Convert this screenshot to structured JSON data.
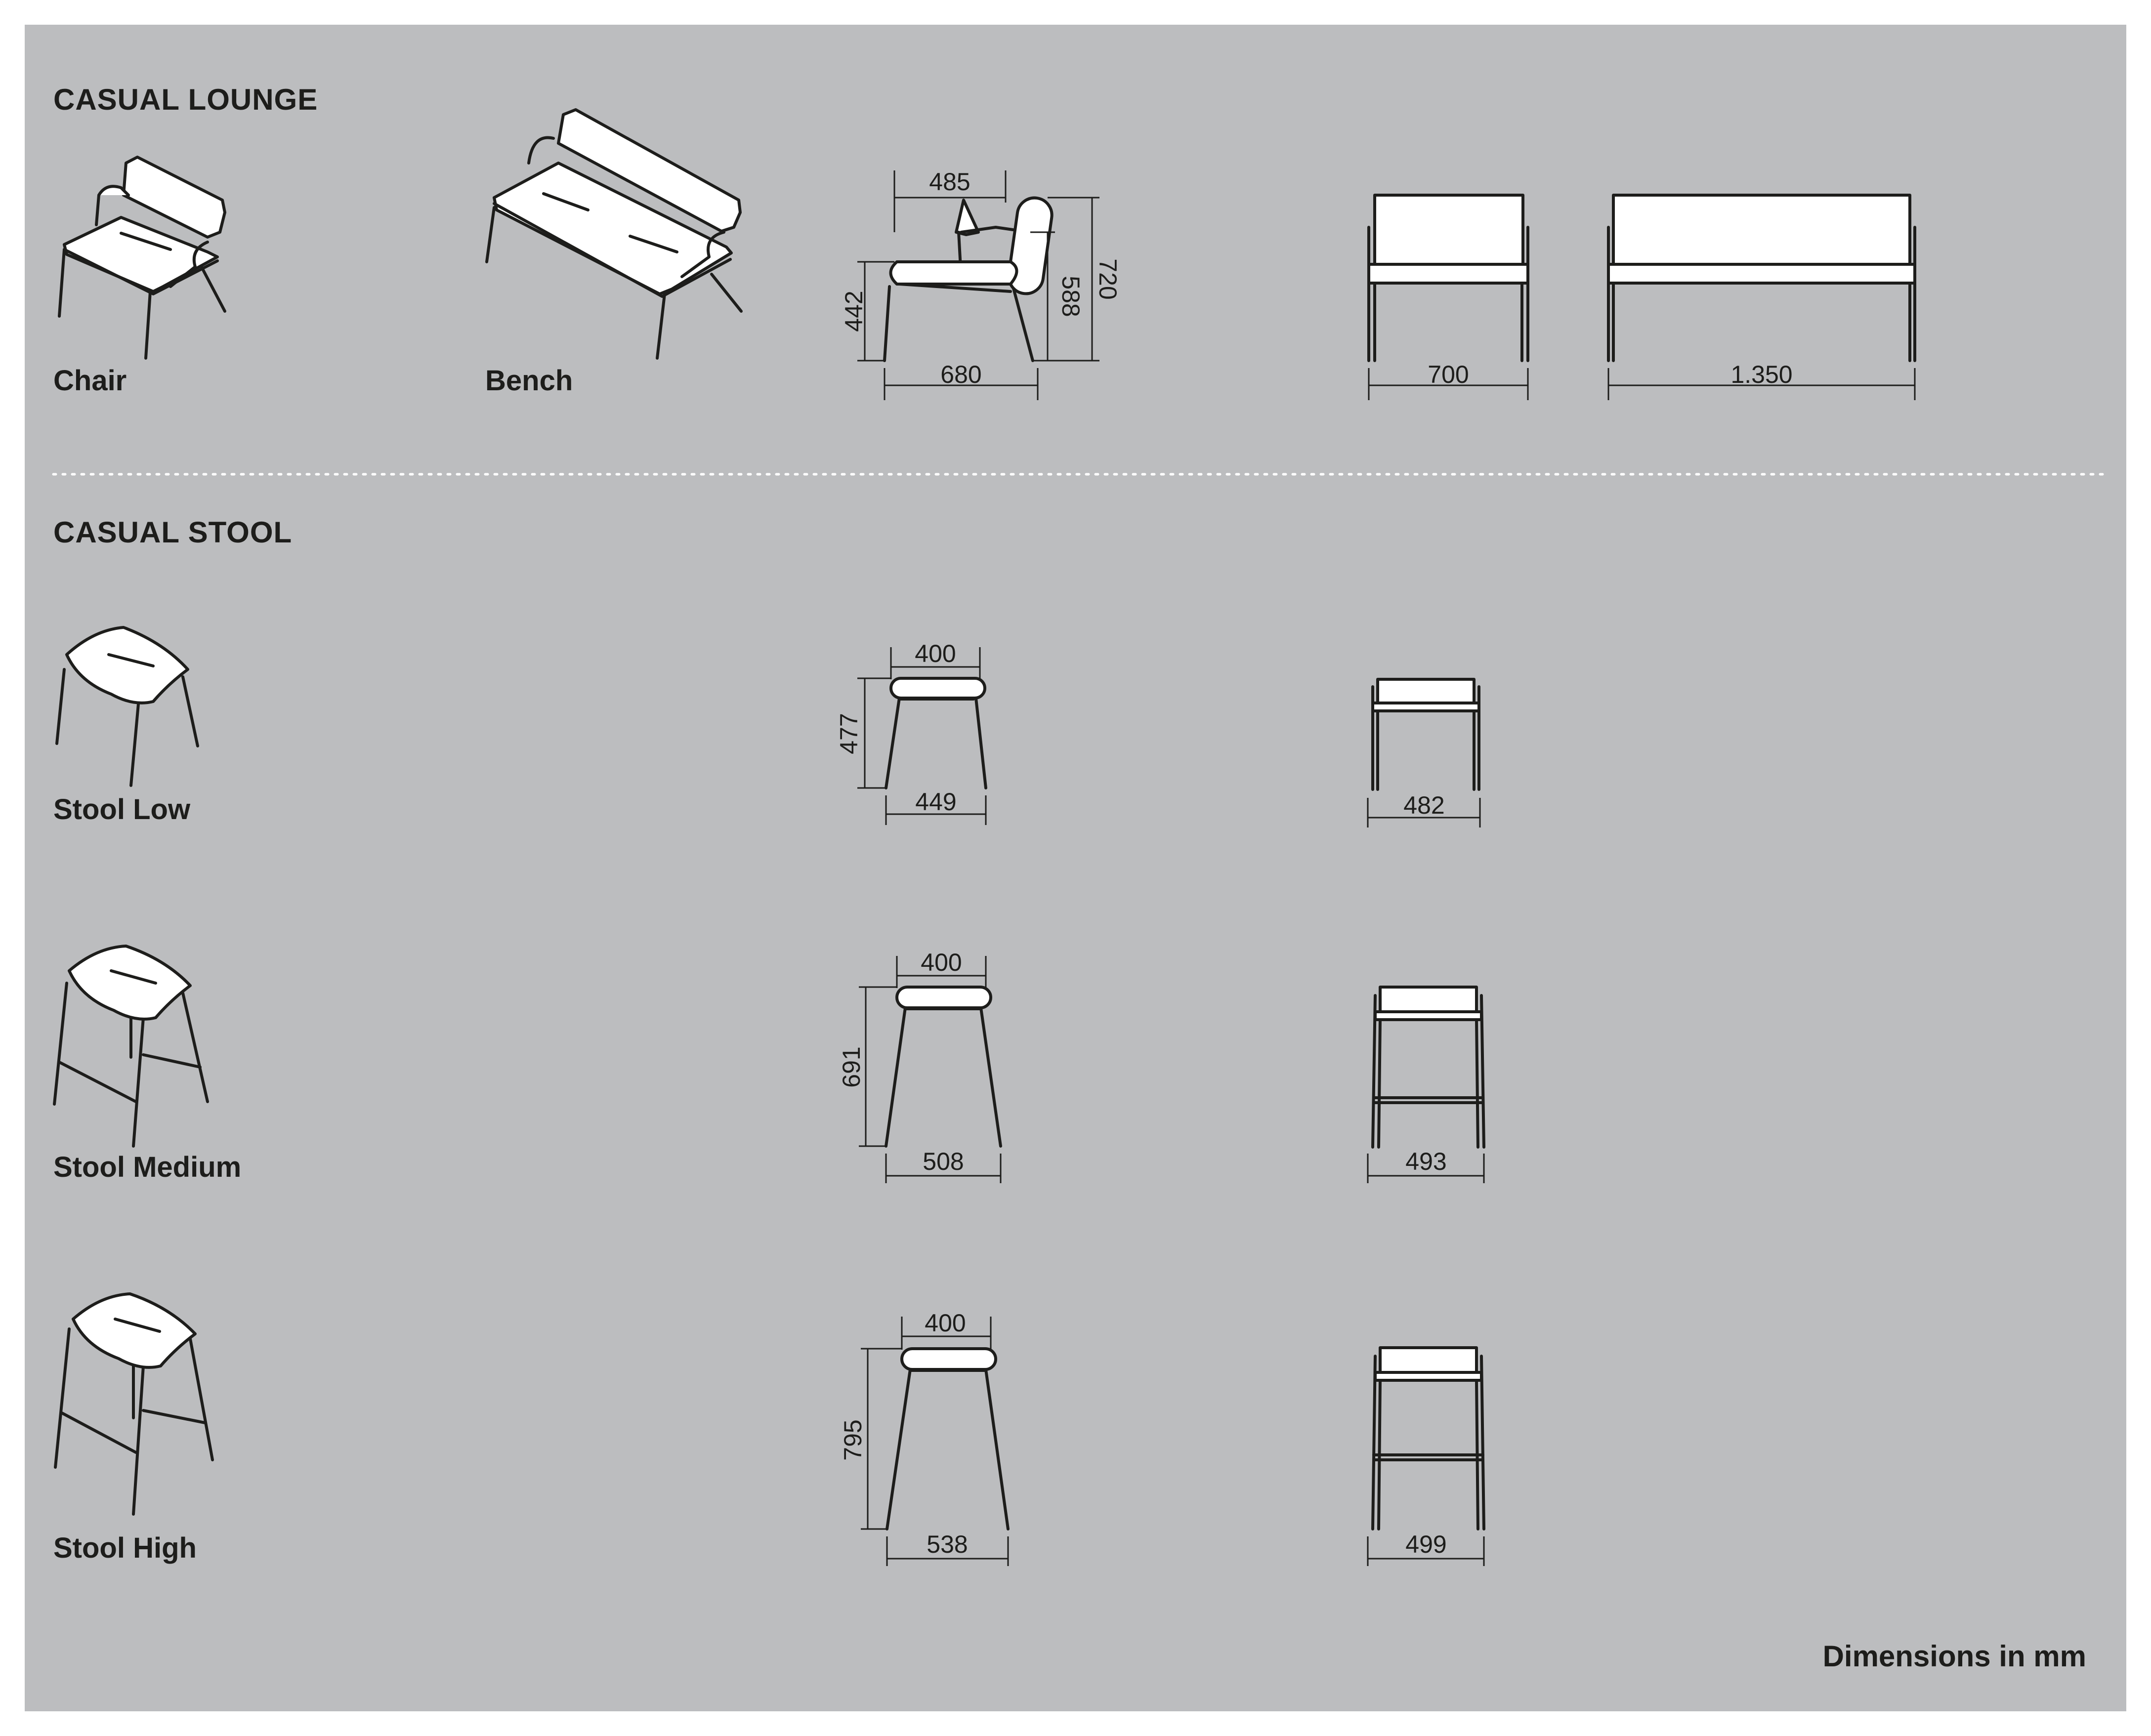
{
  "sections": [
    {
      "heading": "CASUAL LOUNGE"
    },
    {
      "heading": "CASUAL STOOL"
    }
  ],
  "products": {
    "chair": "Chair",
    "bench": "Bench",
    "stool_low": "Stool Low",
    "stool_medium": "Stool Medium",
    "stool_high": "Stool High"
  },
  "dimensions": {
    "lounge": {
      "depth_top": "485",
      "seat_height": "442",
      "arm_height": "588",
      "total_height": "720",
      "depth": "680",
      "chair_width": "700",
      "bench_width": "1.350"
    },
    "stool_low": {
      "top": "400",
      "height": "477",
      "depth": "449",
      "width": "482"
    },
    "stool_medium": {
      "top": "400",
      "height": "691",
      "depth": "508",
      "width": "493"
    },
    "stool_high": {
      "top": "400",
      "height": "795",
      "depth": "538",
      "width": "499"
    }
  },
  "footer_note": "Dimensions in mm",
  "colors": {
    "panel": "#bcbdbf",
    "line": "#1d1d1b",
    "fill": "#ffffff"
  }
}
